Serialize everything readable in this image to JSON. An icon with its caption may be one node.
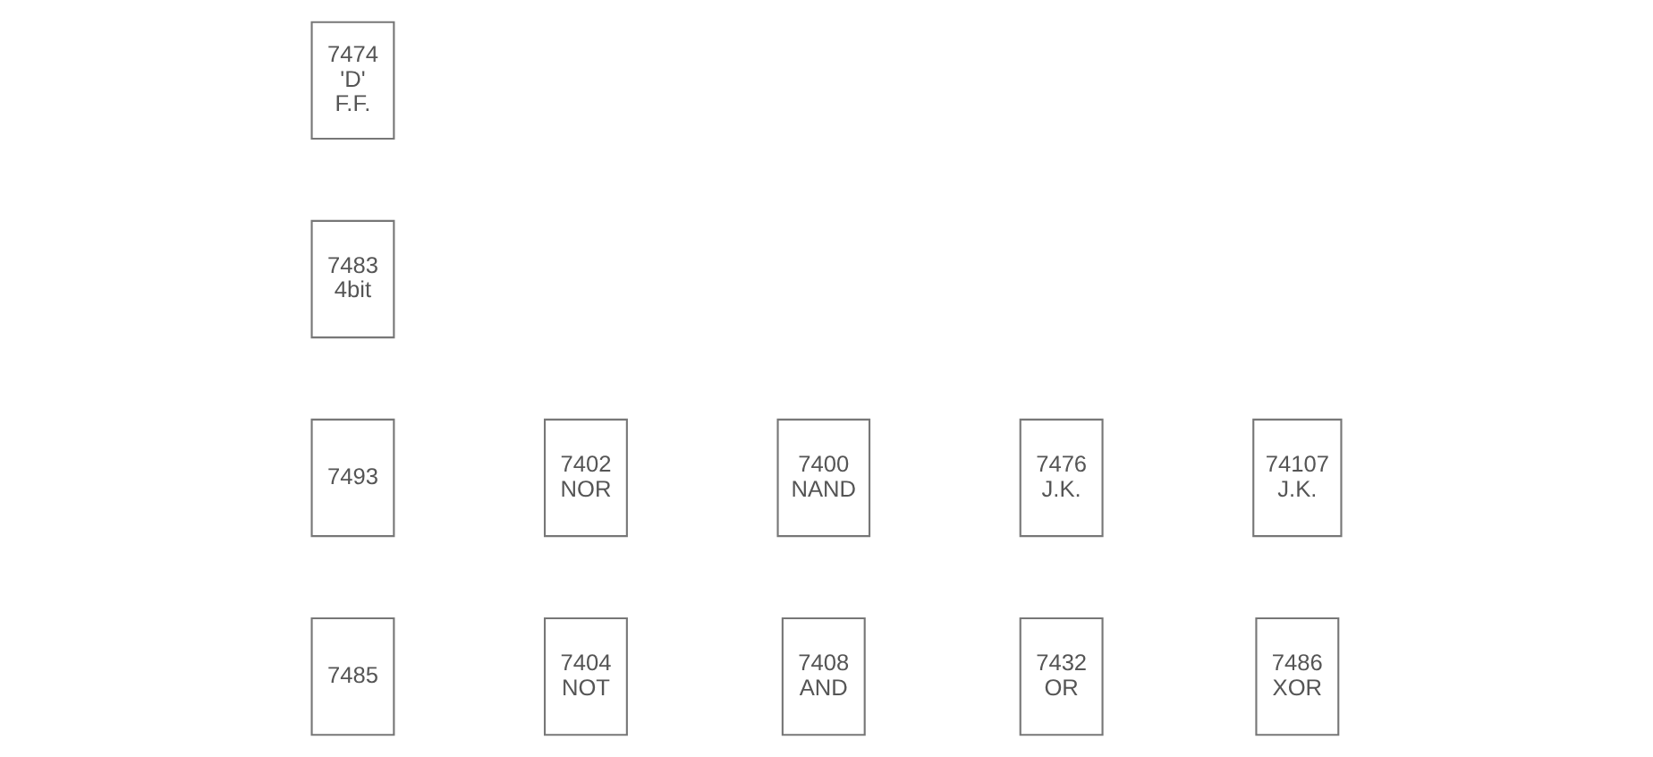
{
  "diagram": {
    "nodes": [
      {
        "text": [
          "7485"
        ]
      },
      {
        "text": [
          "7493"
        ]
      },
      {
        "text": [
          "7483",
          "4bit"
        ]
      },
      {
        "text": [
          "7474",
          "'D'",
          "F.F."
        ]
      },
      {
        "text": [
          "7404",
          "NOT"
        ]
      },
      {
        "text": [
          "7408",
          "AND"
        ]
      },
      {
        "text": [
          "7432",
          "OR"
        ]
      },
      {
        "text": [
          "7486",
          "XOR"
        ]
      },
      {
        "text": [
          "7402",
          "NOR"
        ]
      },
      {
        "text": [
          "7400",
          "NAND"
        ]
      },
      {
        "text": [
          "7476",
          "J.K."
        ]
      },
      {
        "text": [
          "74107",
          "J.K."
        ]
      }
    ]
  }
}
